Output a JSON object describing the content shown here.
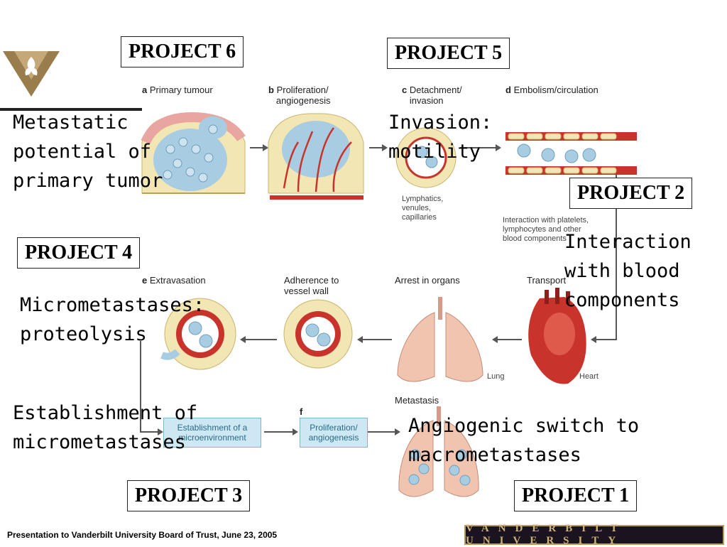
{
  "projects": {
    "p6": "PROJECT 6",
    "p5": "PROJECT 5",
    "p2": "PROJECT 2",
    "p4": "PROJECT 4",
    "p3": "PROJECT 3",
    "p1": "PROJECT 1"
  },
  "annotations": {
    "metastatic": [
      "Metastatic",
      "potential of",
      "primary tumor"
    ],
    "invasion": [
      "Invasion:",
      "motility"
    ],
    "interaction": [
      "Interaction",
      "with blood",
      "components"
    ],
    "micrometastases": [
      "Micrometastases:",
      "proteolysis"
    ],
    "establishment": [
      "Establishment of",
      "micrometastases"
    ],
    "angiogenic": [
      "Angiogenic switch to",
      "macrometastases"
    ]
  },
  "stages": {
    "a_letter": "a",
    "a_label": "Primary tumour",
    "b_letter": "b",
    "b_label1": "Proliferation/",
    "b_label2": "angiogenesis",
    "c_letter": "c",
    "c_label1": "Detachment/",
    "c_label2": "invasion",
    "d_letter": "d",
    "d_label": "Embolism/circulation",
    "e_letter": "e",
    "e_label": "Extravasation",
    "adh1": "Adherence to",
    "adh2": "vessel wall",
    "arrest": "Arrest in organs",
    "transport": "Transport",
    "f_letter": "f",
    "metastasis": "Metastasis"
  },
  "small_labels": {
    "lymph1": "Lymphatics,",
    "lymph2": "venules,",
    "lymph3": "capillaries",
    "inter1": "Interaction with platelets,",
    "inter2": "lymphocytes and other",
    "inter3": "blood components",
    "lung": "Lung",
    "heart": "Heart"
  },
  "boxes": {
    "establish1": "Establishment of a",
    "establish2": "microenvironment",
    "prolif1": "Proliferation/",
    "prolif2": "angiogenesis"
  },
  "footer": "Presentation to Vanderbilt University Board of Trust, June 23, 2005",
  "brand": "VANDERBILT UNIVERSITY",
  "colors": {
    "tumor_blue": "#a8cde2",
    "cell_cream": "#f2e6b4",
    "vessel_red": "#c8342b",
    "organ_pink": "#f1c4b0",
    "logo_gold": "#9a7d4c"
  }
}
